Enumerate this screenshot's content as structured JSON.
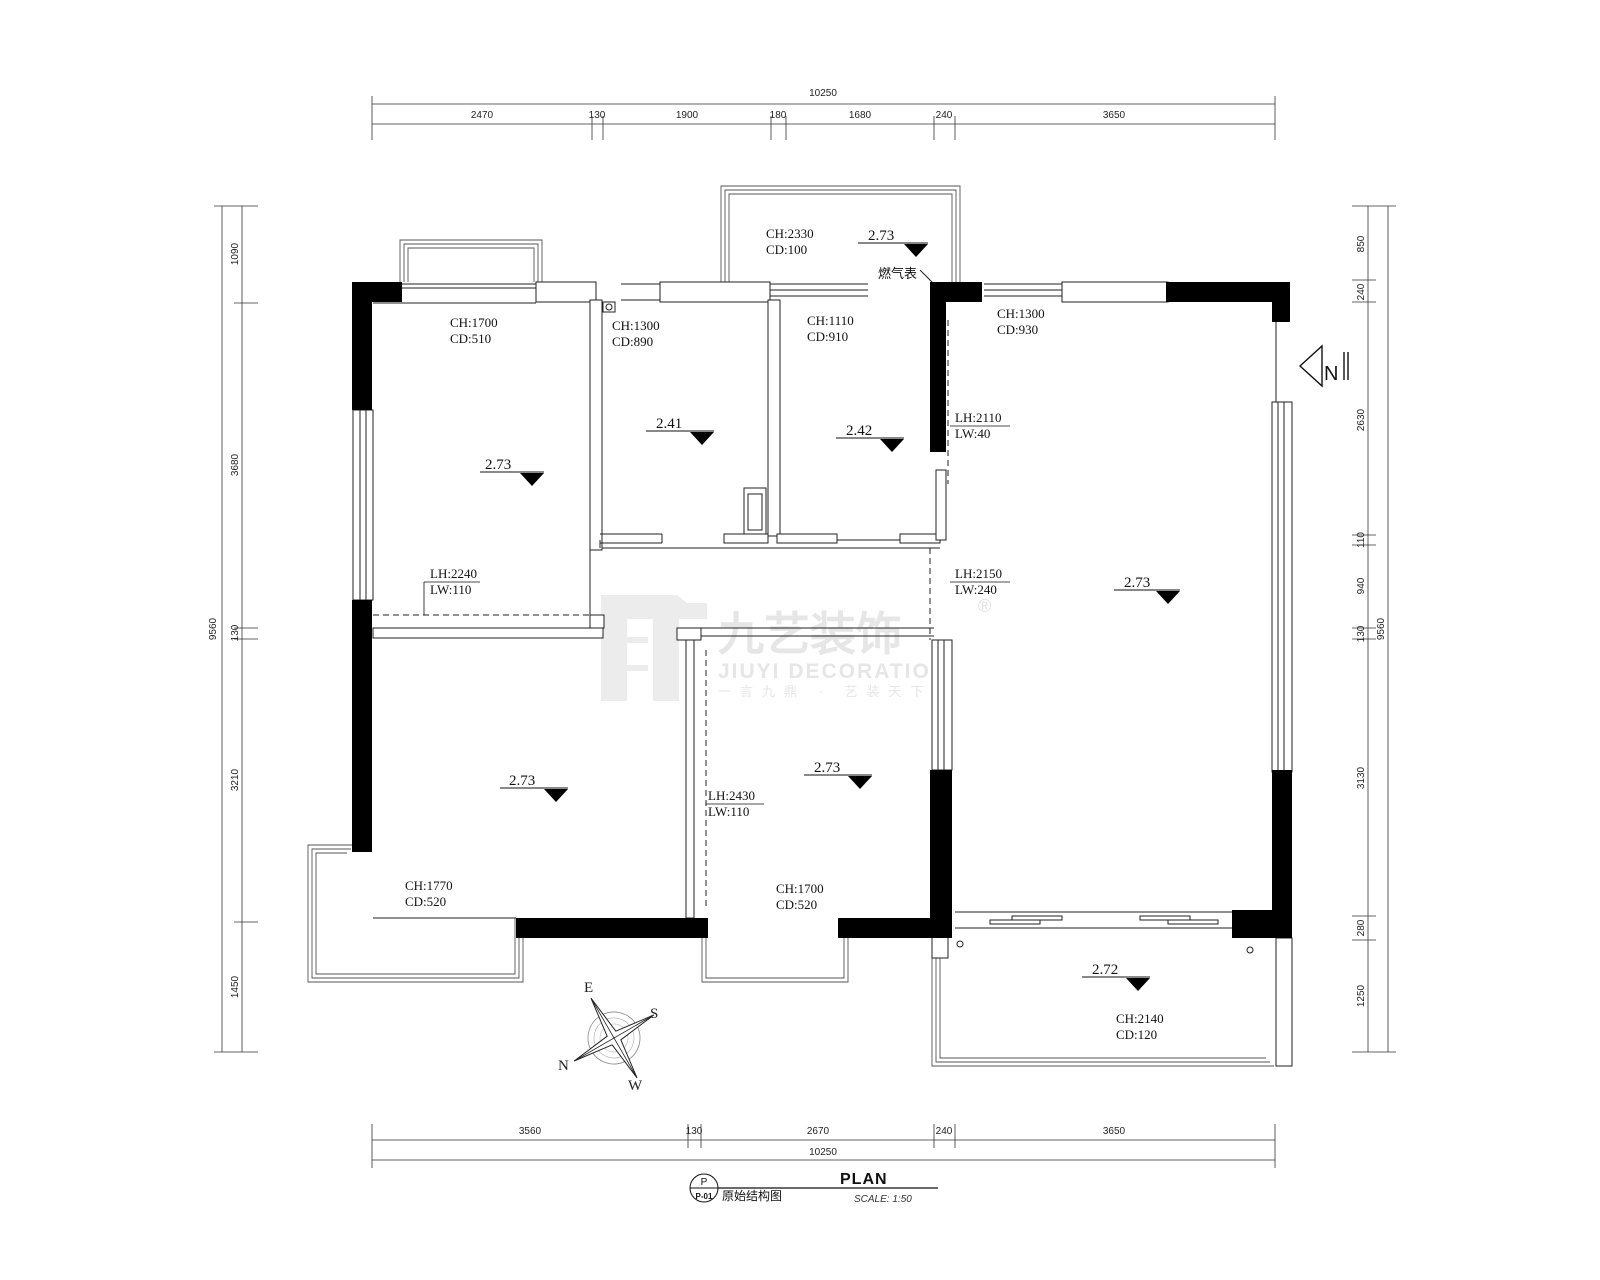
{
  "dimensions": {
    "top_total": "10250",
    "top_segments": [
      "2470",
      "130",
      "1900",
      "180",
      "1680",
      "240",
      "3650"
    ],
    "bottom_total": "10250",
    "bottom_segments": [
      "3560",
      "130",
      "2670",
      "240",
      "3650"
    ],
    "left_total": "9560",
    "left_segments": [
      "1090",
      "3680",
      "130",
      "3210",
      "1450"
    ],
    "right_total": "9560",
    "right_segments": [
      "850",
      "240",
      "2630",
      "110",
      "940",
      "130",
      "3130",
      "280",
      "1250"
    ]
  },
  "rooms": [
    {
      "ch": "CH:1700",
      "cd": "CD:510",
      "level": "2.73"
    },
    {
      "ch": "CH:1300",
      "cd": "CD:890",
      "level": "2.41"
    },
    {
      "ch": "CH:1110",
      "cd": "CD:910",
      "level": "2.42"
    },
    {
      "ch": "CH:1300",
      "cd": "CD:930",
      "level": "2.73"
    },
    {
      "ch": "CH:2330",
      "cd": "CD:100",
      "level": "2.73"
    },
    {
      "ch": "CH:1770",
      "cd": "CD:520",
      "level": "2.73"
    },
    {
      "ch": "CH:1700",
      "cd": "CD:520",
      "level": "2.73"
    },
    {
      "ch": "CH:2140",
      "cd": "CD:120",
      "level": "2.72"
    }
  ],
  "openings": [
    {
      "lh": "LH:2240",
      "lw": "LW:110"
    },
    {
      "lh": "LH:2110",
      "lw": "LW:40"
    },
    {
      "lh": "LH:2150",
      "lw": "LW:240"
    },
    {
      "lh": "LH:2430",
      "lw": "LW:110"
    }
  ],
  "gas_meter": "燃气表",
  "north_label": "N",
  "compass_labels": {
    "e": "E",
    "s": "S",
    "n": "N",
    "w": "W"
  },
  "watermark": {
    "cn": "九艺装饰",
    "en": "JIUYI DECORATION",
    "sub": "一言九鼎 · 艺装天下",
    "reg": "®"
  },
  "title_block": {
    "circle_top": "P",
    "circle_bottom": "P-01",
    "name": "原始结构图",
    "plan": "PLAN",
    "scale": "SCALE: 1:50"
  }
}
